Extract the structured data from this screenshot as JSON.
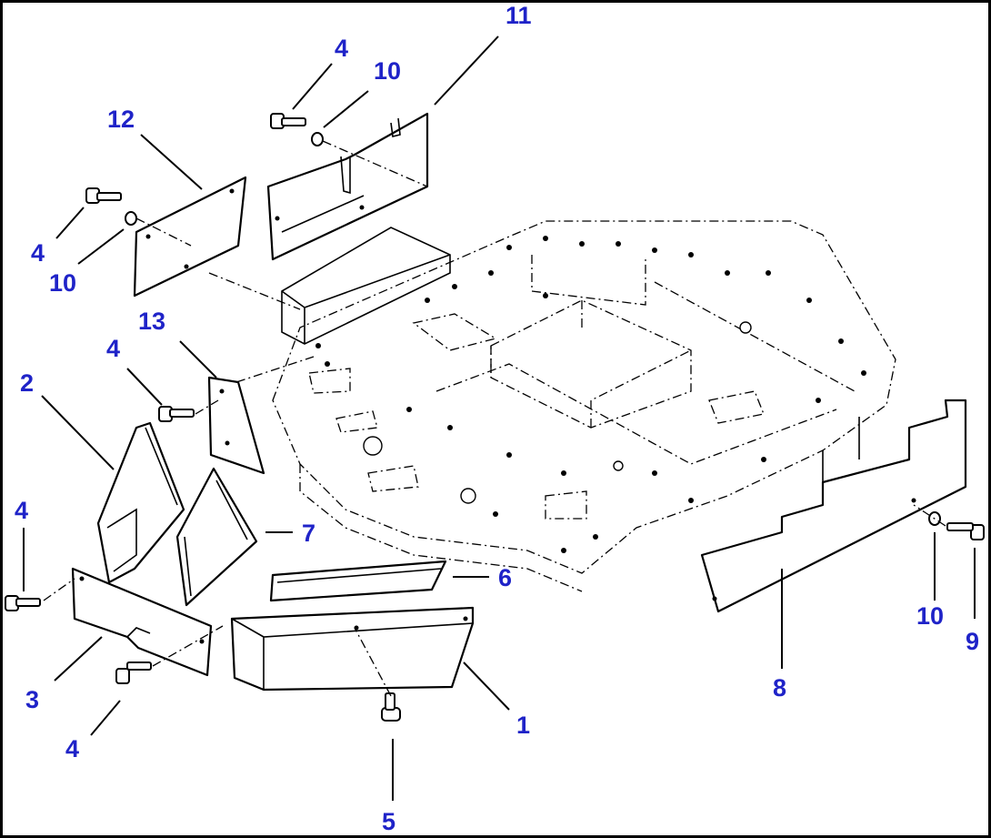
{
  "diagram": {
    "callouts": [
      {
        "id": "c11",
        "text": "11"
      },
      {
        "id": "c4a",
        "text": "4"
      },
      {
        "id": "c10a",
        "text": "10"
      },
      {
        "id": "c12",
        "text": "12"
      },
      {
        "id": "c4b",
        "text": "4"
      },
      {
        "id": "c10b",
        "text": "10"
      },
      {
        "id": "c13",
        "text": "13"
      },
      {
        "id": "c4c",
        "text": "4"
      },
      {
        "id": "c2",
        "text": "2"
      },
      {
        "id": "c4d",
        "text": "4"
      },
      {
        "id": "c7",
        "text": "7"
      },
      {
        "id": "c6",
        "text": "6"
      },
      {
        "id": "c3",
        "text": "3"
      },
      {
        "id": "c4e",
        "text": "4"
      },
      {
        "id": "c1",
        "text": "1"
      },
      {
        "id": "c5",
        "text": "5"
      },
      {
        "id": "c8",
        "text": "8"
      },
      {
        "id": "c10c",
        "text": "10"
      },
      {
        "id": "c9",
        "text": "9"
      }
    ]
  }
}
